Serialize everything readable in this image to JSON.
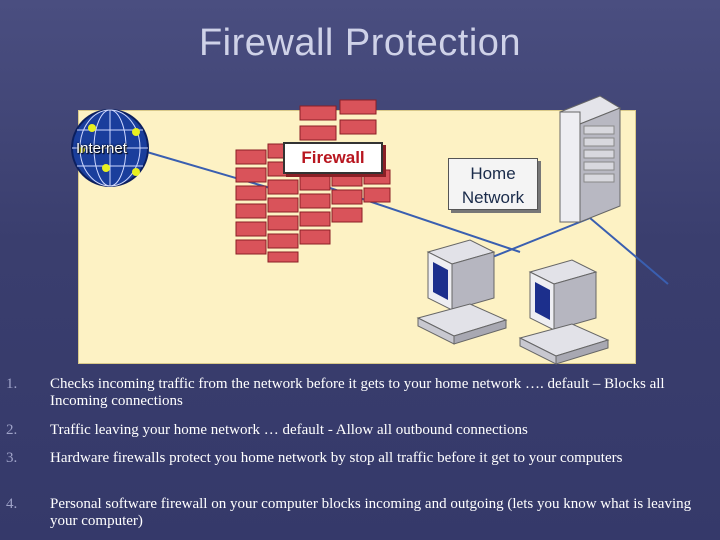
{
  "title": "Firewall Protection",
  "diagram": {
    "internet_label": "Internet",
    "firewall_label": "Firewall",
    "home_label_line1": "Home",
    "home_label_line2": "Network",
    "colors": {
      "panel": "#fdf2c4",
      "brick": "#d9535a",
      "link": "#3a5fb0",
      "firewall_text": "#b8161f"
    }
  },
  "points": [
    {
      "num": "1.",
      "text": "Checks incoming traffic from the network before it gets to your home network …. default – Blocks all Incoming connections"
    },
    {
      "num": "2.",
      "text": "Traffic leaving your home network … default - Allow all outbound connections"
    },
    {
      "num": "3.",
      "text": "Hardware firewalls protect you home network by stop all traffic before it get to your computers"
    },
    {
      "num": "4.",
      "text": "Personal software firewall on your computer blocks incoming and outgoing (lets you know what is leaving your computer)"
    }
  ]
}
